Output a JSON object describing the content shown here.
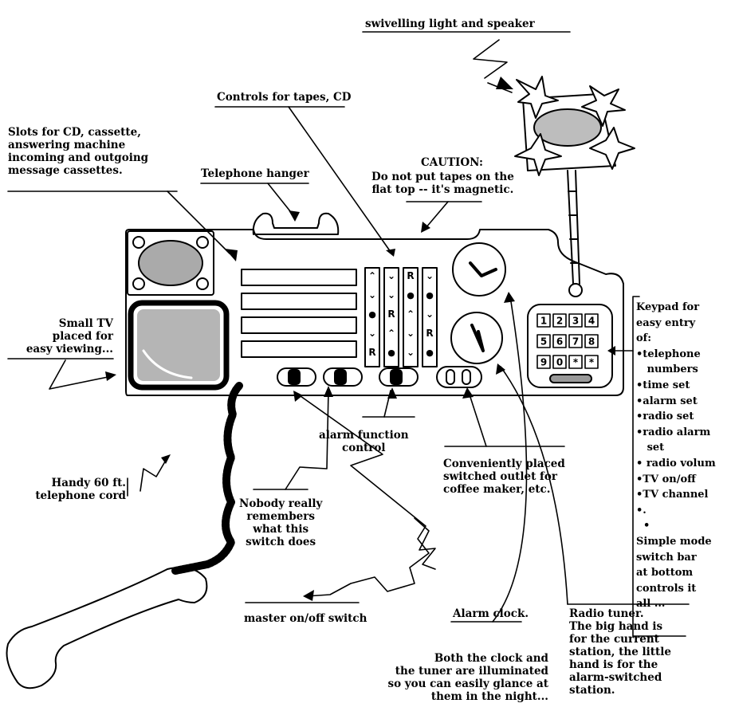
{
  "labels": {
    "light_speaker": "swivelling light and speaker",
    "controls": "Controls for tapes, CD",
    "slots": "Slots for CD, cassette,\nanswering machine\nincoming and outgoing\nmessage cassettes.",
    "caution_title": "CAUTION:",
    "caution_body": "Do not put tapes on the\nflat top -- it's magnetic.",
    "telephone_hanger": "Telephone hanger",
    "small_tv": "Small TV\nplaced for\neasy viewing...",
    "keypad": "Keypad for\neasy entry\nof:\n•telephone\n   numbers\n•time set\n•alarm set\n•radio set\n•radio alarm\n   set\n• radio volum\n•TV on/off\n•TV channel\n•.\n  •\nSimple mode\nswitch bar\nat bottom\ncontrols it\nall ...",
    "alarm_function": "alarm function\ncontrol",
    "outlet": "Conveniently placed\nswitched outlet for\ncoffee maker, etc.",
    "cord": "Handy 60 ft.\ntelephone cord",
    "nobody": "Nobody really\nremembers\nwhat this\nswitch does",
    "master": "master on/off switch",
    "alarm_clock": "Alarm clock.",
    "radio_tuner": "Radio tuner.\nThe big hand is\nfor the current\nstation, the little\nhand is for the\nalarm-switched\nstation.",
    "illuminated": "Both the clock and\nthe tuner are illuminated\nso you can easily glance at\nthem in the night..."
  },
  "keypad_keys": [
    "1",
    "2",
    "3",
    "4",
    "5",
    "6",
    "7",
    "8",
    "9",
    "0",
    "*",
    "*"
  ],
  "control_columns": [
    [
      "⌃",
      "⌄",
      "●",
      "⌄",
      "R"
    ],
    [
      "⌄",
      "⌄",
      "R",
      "⌃",
      "●"
    ],
    [
      "R",
      "●",
      "⌃",
      "⌄",
      "⌄"
    ],
    [
      "⌄",
      "●",
      "⌄",
      "R",
      "●"
    ]
  ]
}
